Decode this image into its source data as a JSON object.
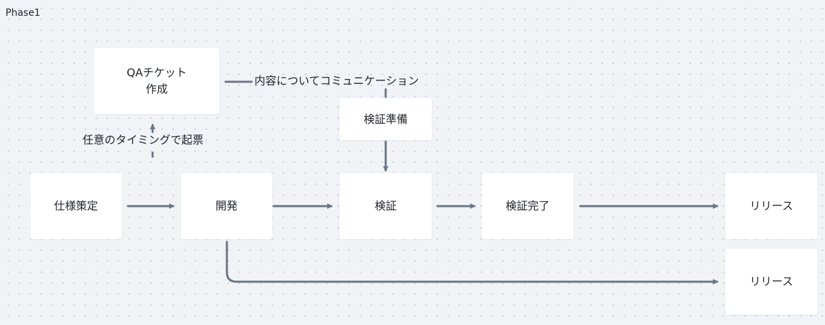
{
  "frame": {
    "title": "Phase1"
  },
  "nodes": {
    "qa_ticket": "QAチケット\n作成",
    "spec": "仕様策定",
    "dev": "開発",
    "verify_prep": "検証準備",
    "verify": "検証",
    "verify_done": "検証完了",
    "release_1": "リリース",
    "release_2": "リリース"
  },
  "edge_labels": {
    "communication": "内容についてコミュニケーション",
    "optional_filing": "任意のタイミングで起票"
  },
  "colors": {
    "connector": "#6b7685",
    "node_bg": "#ffffff",
    "canvas_bg": "#f1f3f6"
  }
}
